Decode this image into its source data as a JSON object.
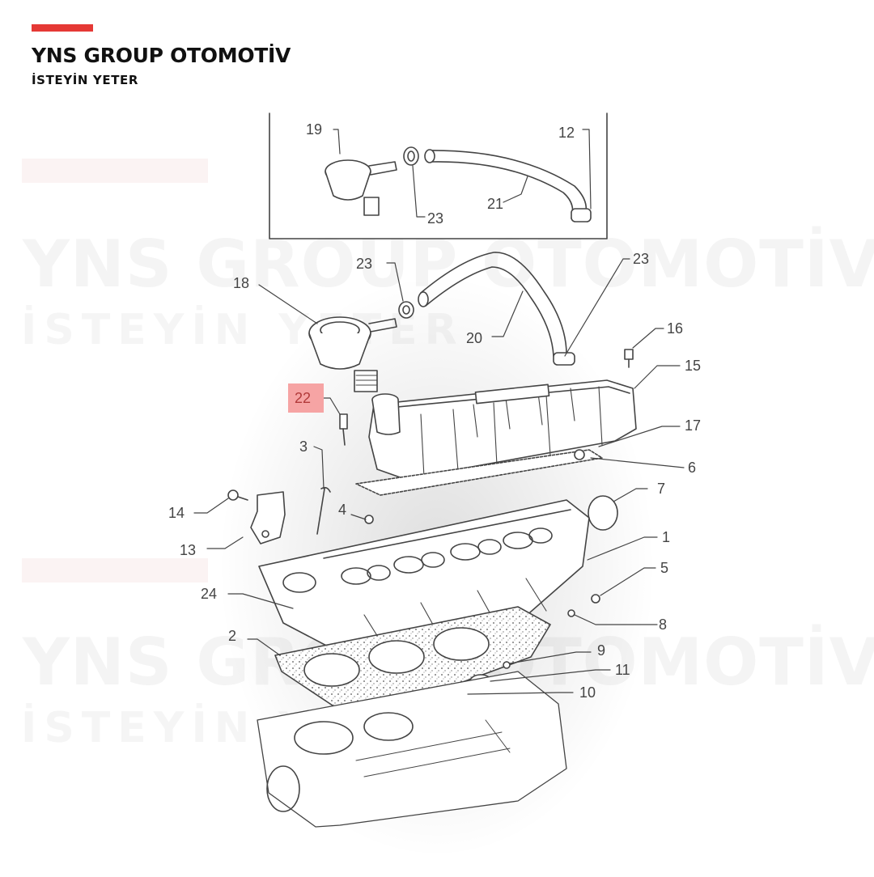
{
  "brand": {
    "title": "YNS GROUP OTOMOTİV",
    "subtitle": "İSTEYİN YETER",
    "accent_color": "#e53935"
  },
  "diagram": {
    "highlight_color": "#f6a4a4",
    "highlighted_part": "22",
    "callouts": [
      {
        "id": "c19",
        "label": "19"
      },
      {
        "id": "c12",
        "label": "12"
      },
      {
        "id": "c21",
        "label": "21"
      },
      {
        "id": "c23a",
        "label": "23"
      },
      {
        "id": "c23b",
        "label": "23"
      },
      {
        "id": "c23c",
        "label": "23"
      },
      {
        "id": "c18",
        "label": "18"
      },
      {
        "id": "c20",
        "label": "20"
      },
      {
        "id": "c16",
        "label": "16"
      },
      {
        "id": "c15",
        "label": "15"
      },
      {
        "id": "c22",
        "label": "22"
      },
      {
        "id": "c17",
        "label": "17"
      },
      {
        "id": "c3",
        "label": "3"
      },
      {
        "id": "c6",
        "label": "6"
      },
      {
        "id": "c7",
        "label": "7"
      },
      {
        "id": "c14",
        "label": "14"
      },
      {
        "id": "c4",
        "label": "4"
      },
      {
        "id": "c1",
        "label": "1"
      },
      {
        "id": "c13",
        "label": "13"
      },
      {
        "id": "c5",
        "label": "5"
      },
      {
        "id": "c24",
        "label": "24"
      },
      {
        "id": "c8",
        "label": "8"
      },
      {
        "id": "c2",
        "label": "2"
      },
      {
        "id": "c9",
        "label": "9"
      },
      {
        "id": "c11",
        "label": "11"
      },
      {
        "id": "c10",
        "label": "10"
      }
    ]
  }
}
